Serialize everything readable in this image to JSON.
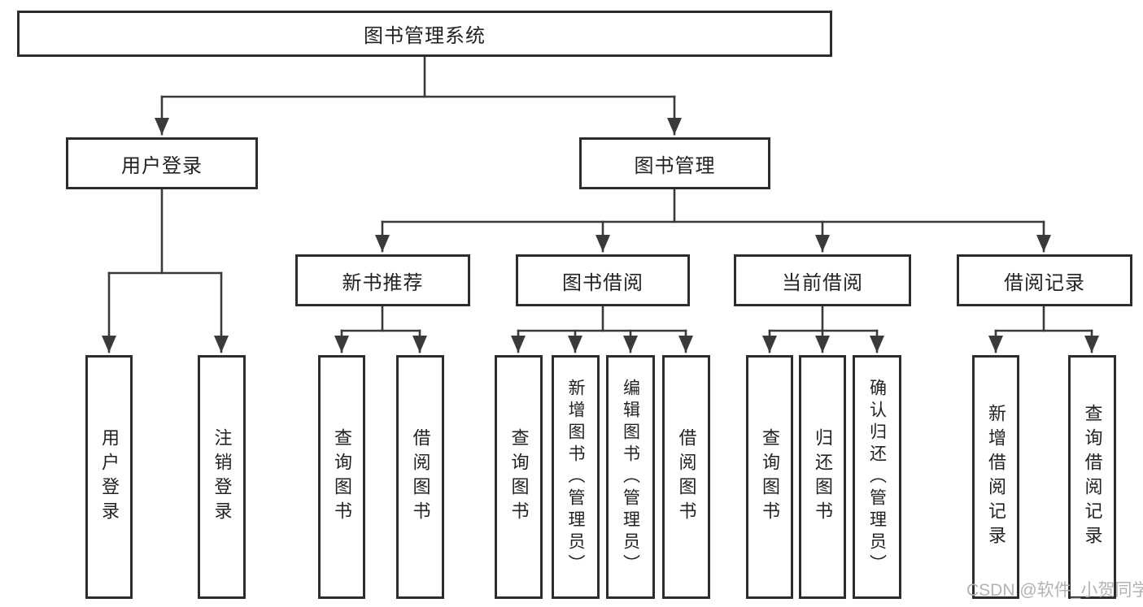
{
  "watermark": "CSDN @软件_小贺同学",
  "colors": {
    "line": "#3a3a3a",
    "border": "#2d2d2d",
    "text": "#222222",
    "watermark": "#b3b3b3",
    "background": "#ffffff"
  },
  "tree": {
    "root": {
      "label": "图书管理系统"
    },
    "branches": [
      {
        "label": "用户登录",
        "children": [
          {
            "label": "用户登录"
          },
          {
            "label": "注销登录"
          }
        ]
      },
      {
        "label": "图书管理",
        "children": [
          {
            "label": "新书推荐",
            "children": [
              {
                "label": "查询图书"
              },
              {
                "label": "借阅图书"
              }
            ]
          },
          {
            "label": "图书借阅",
            "children": [
              {
                "label": "查询图书"
              },
              {
                "label": "新增图书（管理员）"
              },
              {
                "label": "编辑图书（管理员）"
              },
              {
                "label": "借阅图书"
              }
            ]
          },
          {
            "label": "当前借阅",
            "children": [
              {
                "label": "查询图书"
              },
              {
                "label": "归还图书"
              },
              {
                "label": "确认归还（管理员）"
              }
            ]
          },
          {
            "label": "借阅记录",
            "children": [
              {
                "label": "新增借阅记录"
              },
              {
                "label": "查询借阅记录"
              }
            ]
          }
        ]
      }
    ]
  }
}
